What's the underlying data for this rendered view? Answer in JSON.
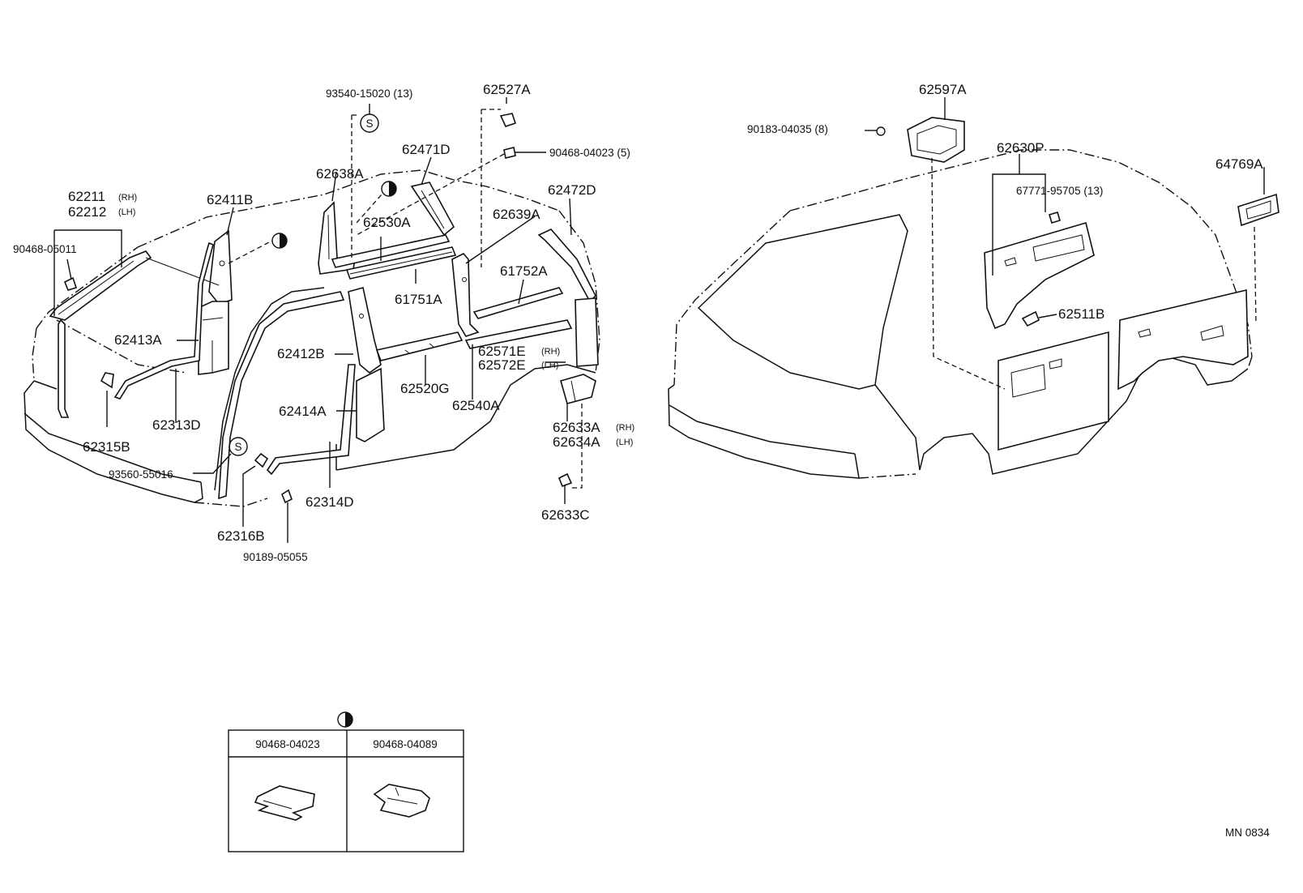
{
  "labels": {
    "p93540": "93540-15020 (13)",
    "p62527a": "62527A",
    "p90468_04023_5": "90468-04023 (5)",
    "p62471d": "62471D",
    "p62638a": "62638A",
    "p62211": "62211",
    "p62211_rh": "(RH)",
    "p62212": "62212",
    "p62212_lh": "(LH)",
    "p62411b": "62411B",
    "p62530a": "62530A",
    "p62472d": "62472D",
    "p62639a": "62639A",
    "p90468_05011": "90468-05011",
    "p61752a": "61752A",
    "p61751a": "61751A",
    "p62413a": "62413A",
    "p62412b": "62412B",
    "p62571e": "62571E",
    "p62571e_rh": "(RH)",
    "p62572e": "62572E",
    "p62572e_lh": "(LH)",
    "p62520g": "62520G",
    "p62540a": "62540A",
    "p62313d": "62313D",
    "p62315b": "62315B",
    "p62414a": "62414A",
    "p62633a": "62633A",
    "p62633a_rh": "(RH)",
    "p62634a": "62634A",
    "p62634a_lh": "(LH)",
    "p93560": "93560-55016",
    "p62314d": "62314D",
    "p62316b": "62316B",
    "p62633c": "62633C",
    "p90189": "90189-05055",
    "p62597a": "62597A",
    "p90183": "90183-04035 (8)",
    "p62630p": "62630P",
    "p64769a": "64769A",
    "p67771": "67771-95705 (13)",
    "p62511b": "62511B"
  },
  "symbols": {
    "s_mark": "S"
  },
  "table": {
    "col1": "90468-04023",
    "col2": "90468-04089"
  },
  "code": "MN  0834"
}
